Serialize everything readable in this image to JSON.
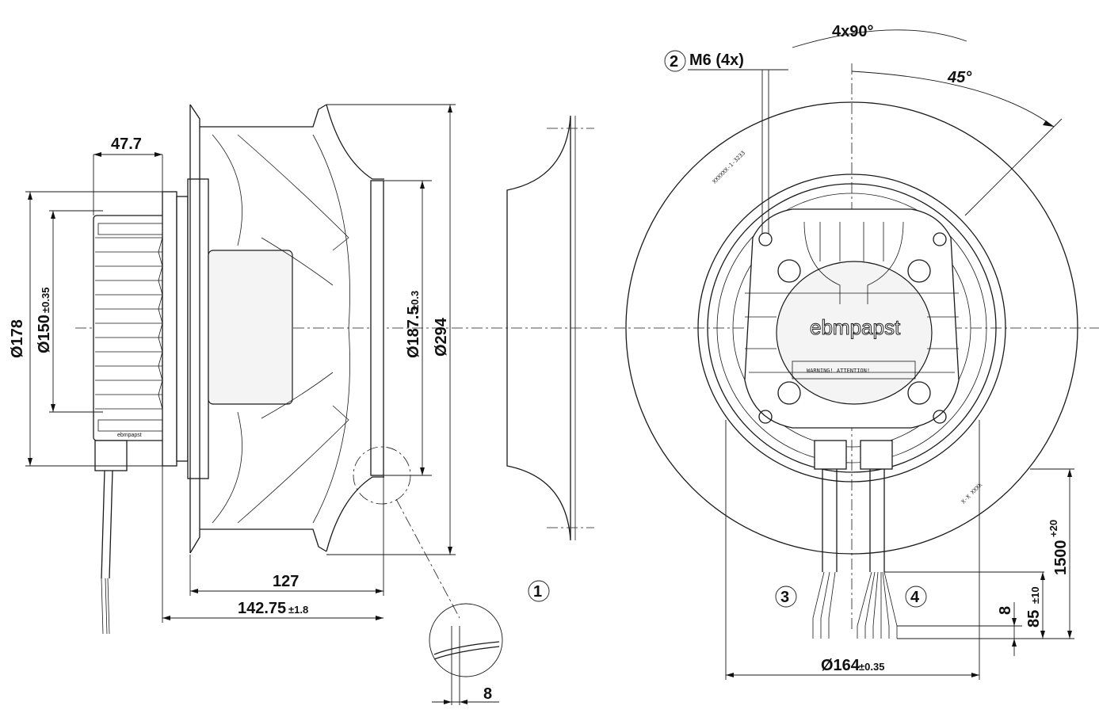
{
  "drawing": {
    "side_view": {
      "dim_width_motor": "47.7",
      "dim_housing_dia": "Ø178",
      "dim_flange_dia": "Ø150",
      "dim_flange_tol": "±0.35",
      "dim_inlet_dia": "Ø187.5",
      "dim_inlet_tol": "±0.3",
      "dim_impeller_dia": "Ø294",
      "dim_length": "127",
      "dim_overall": "142.75",
      "dim_overall_tol": "±1.8",
      "logo_small": "ebmpapst"
    },
    "detail": {
      "dim_lip": "8",
      "callout_inlet_ring": "1"
    },
    "front_view": {
      "angle_pattern": "4x90°",
      "angle_offset": "45°",
      "callout_thread": "2",
      "thread_label": "M6 (4x)",
      "logo": "ebmpapst",
      "warning": "WARNING! ATTENTION!",
      "callout_cable_power": "3",
      "callout_cable_control": "4",
      "dim_cable_length": "1500",
      "dim_cable_tol": "+20",
      "dim_strip": "8",
      "dim_wire": "85",
      "dim_wire_tol": "±10",
      "dim_bolt_circle": "Ø164",
      "dim_bolt_tol": "±0.35",
      "part_label": "XXXXXX-1-3233",
      "serial_label": "X-X XXXX"
    }
  }
}
